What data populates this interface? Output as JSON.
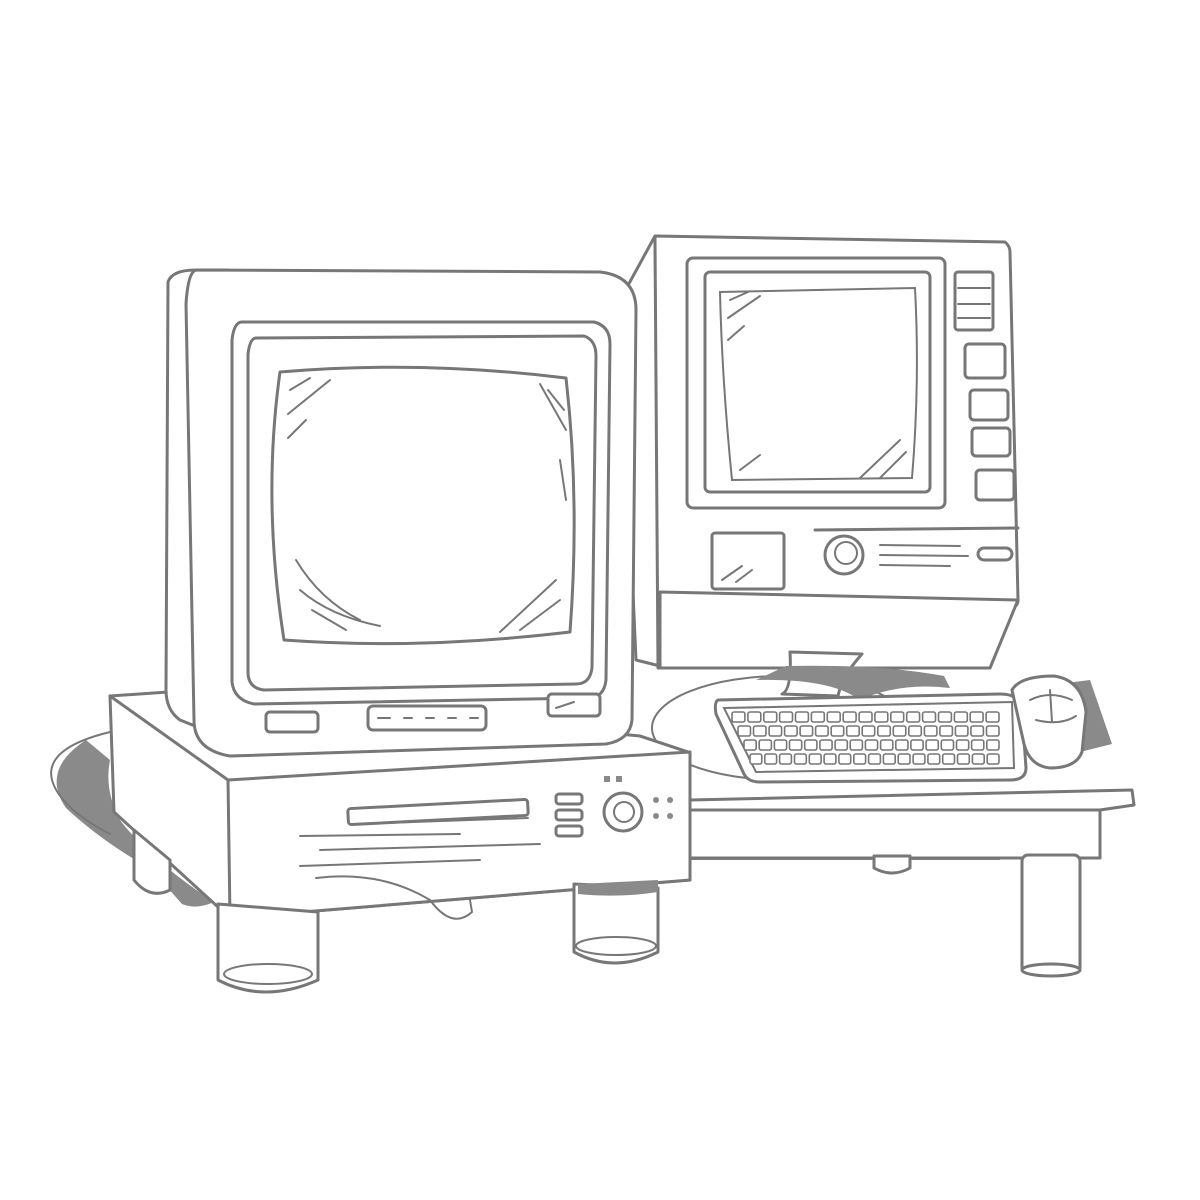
{
  "scene": {
    "subject": "retro-computers-line-drawing",
    "ink_color": "#777777",
    "shadow_color": "#8a8a8a",
    "background_color": "#ffffff"
  },
  "left_monitor": {
    "front_buttons": 3
  },
  "right_computer": {
    "side_buttons": 4,
    "vent_slots": 3
  },
  "keyboard": {
    "key_rows": 4
  }
}
